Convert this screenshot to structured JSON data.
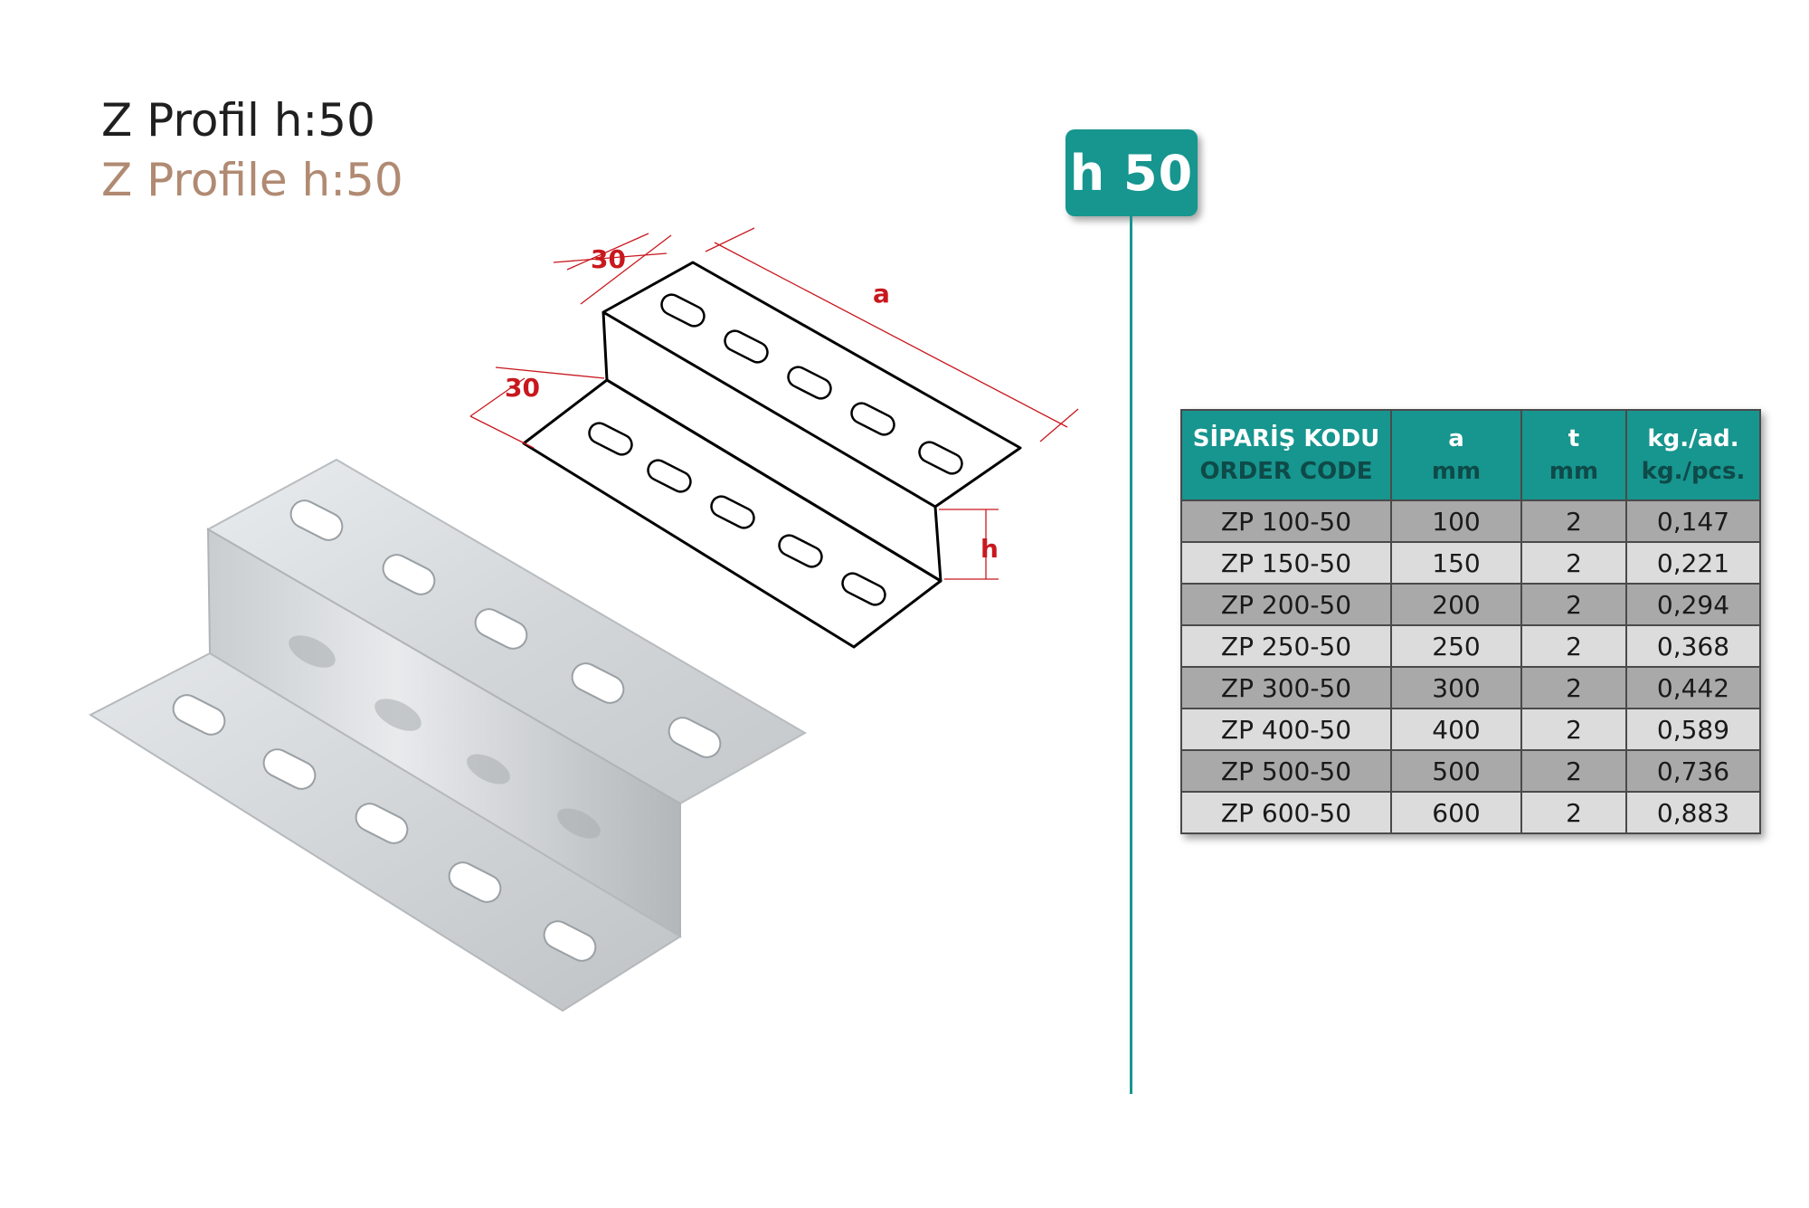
{
  "header": {
    "title_tr": "Z Profil h:50",
    "title_en": "Z Profile h:50"
  },
  "badge": {
    "label": "h 50"
  },
  "drawing": {
    "dim_width_top": "30",
    "dim_width_bottom": "30",
    "dim_length": "a",
    "dim_height": "h"
  },
  "table": {
    "headers": [
      {
        "line1": "SİPARİŞ KODU",
        "line2": "ORDER CODE"
      },
      {
        "line1": "a",
        "line2": "mm"
      },
      {
        "line1": "t",
        "line2": "mm"
      },
      {
        "line1": "kg./ad.",
        "line2": "kg./pcs."
      }
    ],
    "rows": [
      {
        "code": "ZP 100-50",
        "a": "100",
        "t": "2",
        "kg": "0,147"
      },
      {
        "code": "ZP 150-50",
        "a": "150",
        "t": "2",
        "kg": "0,221"
      },
      {
        "code": "ZP 200-50",
        "a": "200",
        "t": "2",
        "kg": "0,294"
      },
      {
        "code": "ZP 250-50",
        "a": "250",
        "t": "2",
        "kg": "0,368"
      },
      {
        "code": "ZP 300-50",
        "a": "300",
        "t": "2",
        "kg": "0,442"
      },
      {
        "code": "ZP 400-50",
        "a": "400",
        "t": "2",
        "kg": "0,589"
      },
      {
        "code": "ZP 500-50",
        "a": "500",
        "t": "2",
        "kg": "0,736"
      },
      {
        "code": "ZP 600-50",
        "a": "600",
        "t": "2",
        "kg": "0,883"
      }
    ]
  },
  "colors": {
    "accent": "#17958f",
    "title_en": "#b08a72",
    "dimension_red": "#c8181e",
    "row_dark": "#a9a9a9",
    "row_light": "#dcdcdc"
  }
}
